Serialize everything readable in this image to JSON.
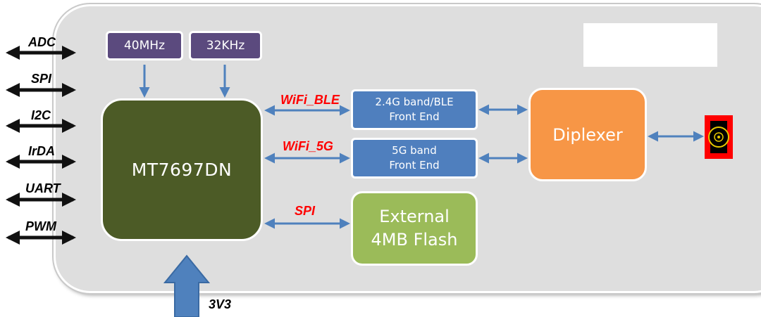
{
  "oscillators": [
    "40MHz",
    "32KHz"
  ],
  "mcu": "MT7697DN",
  "front_end_24g": [
    "2.4G band/BLE",
    "Front End"
  ],
  "front_end_5g": [
    "5G band",
    "Front End"
  ],
  "diplexer": "Diplexer",
  "flash": [
    "External",
    "4MB Flash"
  ],
  "interfaces": [
    "ADC",
    "SPI",
    "I2C",
    "IrDA",
    "UART",
    "PWM"
  ],
  "links": {
    "wifi_ble": "WiFi_BLE",
    "wifi_5g": "WiFi_5G",
    "spi": "SPI"
  },
  "power": "3V3",
  "colors": {
    "board": "#dedede",
    "oscillator": "#5b4a7e",
    "mcu": "#4c5b26",
    "front_end": "#4f7fbe",
    "diplexer": "#f79646",
    "flash": "#9bbb59",
    "connector": "#4f81bd",
    "link_label": "#ff0000"
  },
  "icons": {
    "antenna": "antenna-connector-icon",
    "power": "power-arrow-icon"
  }
}
